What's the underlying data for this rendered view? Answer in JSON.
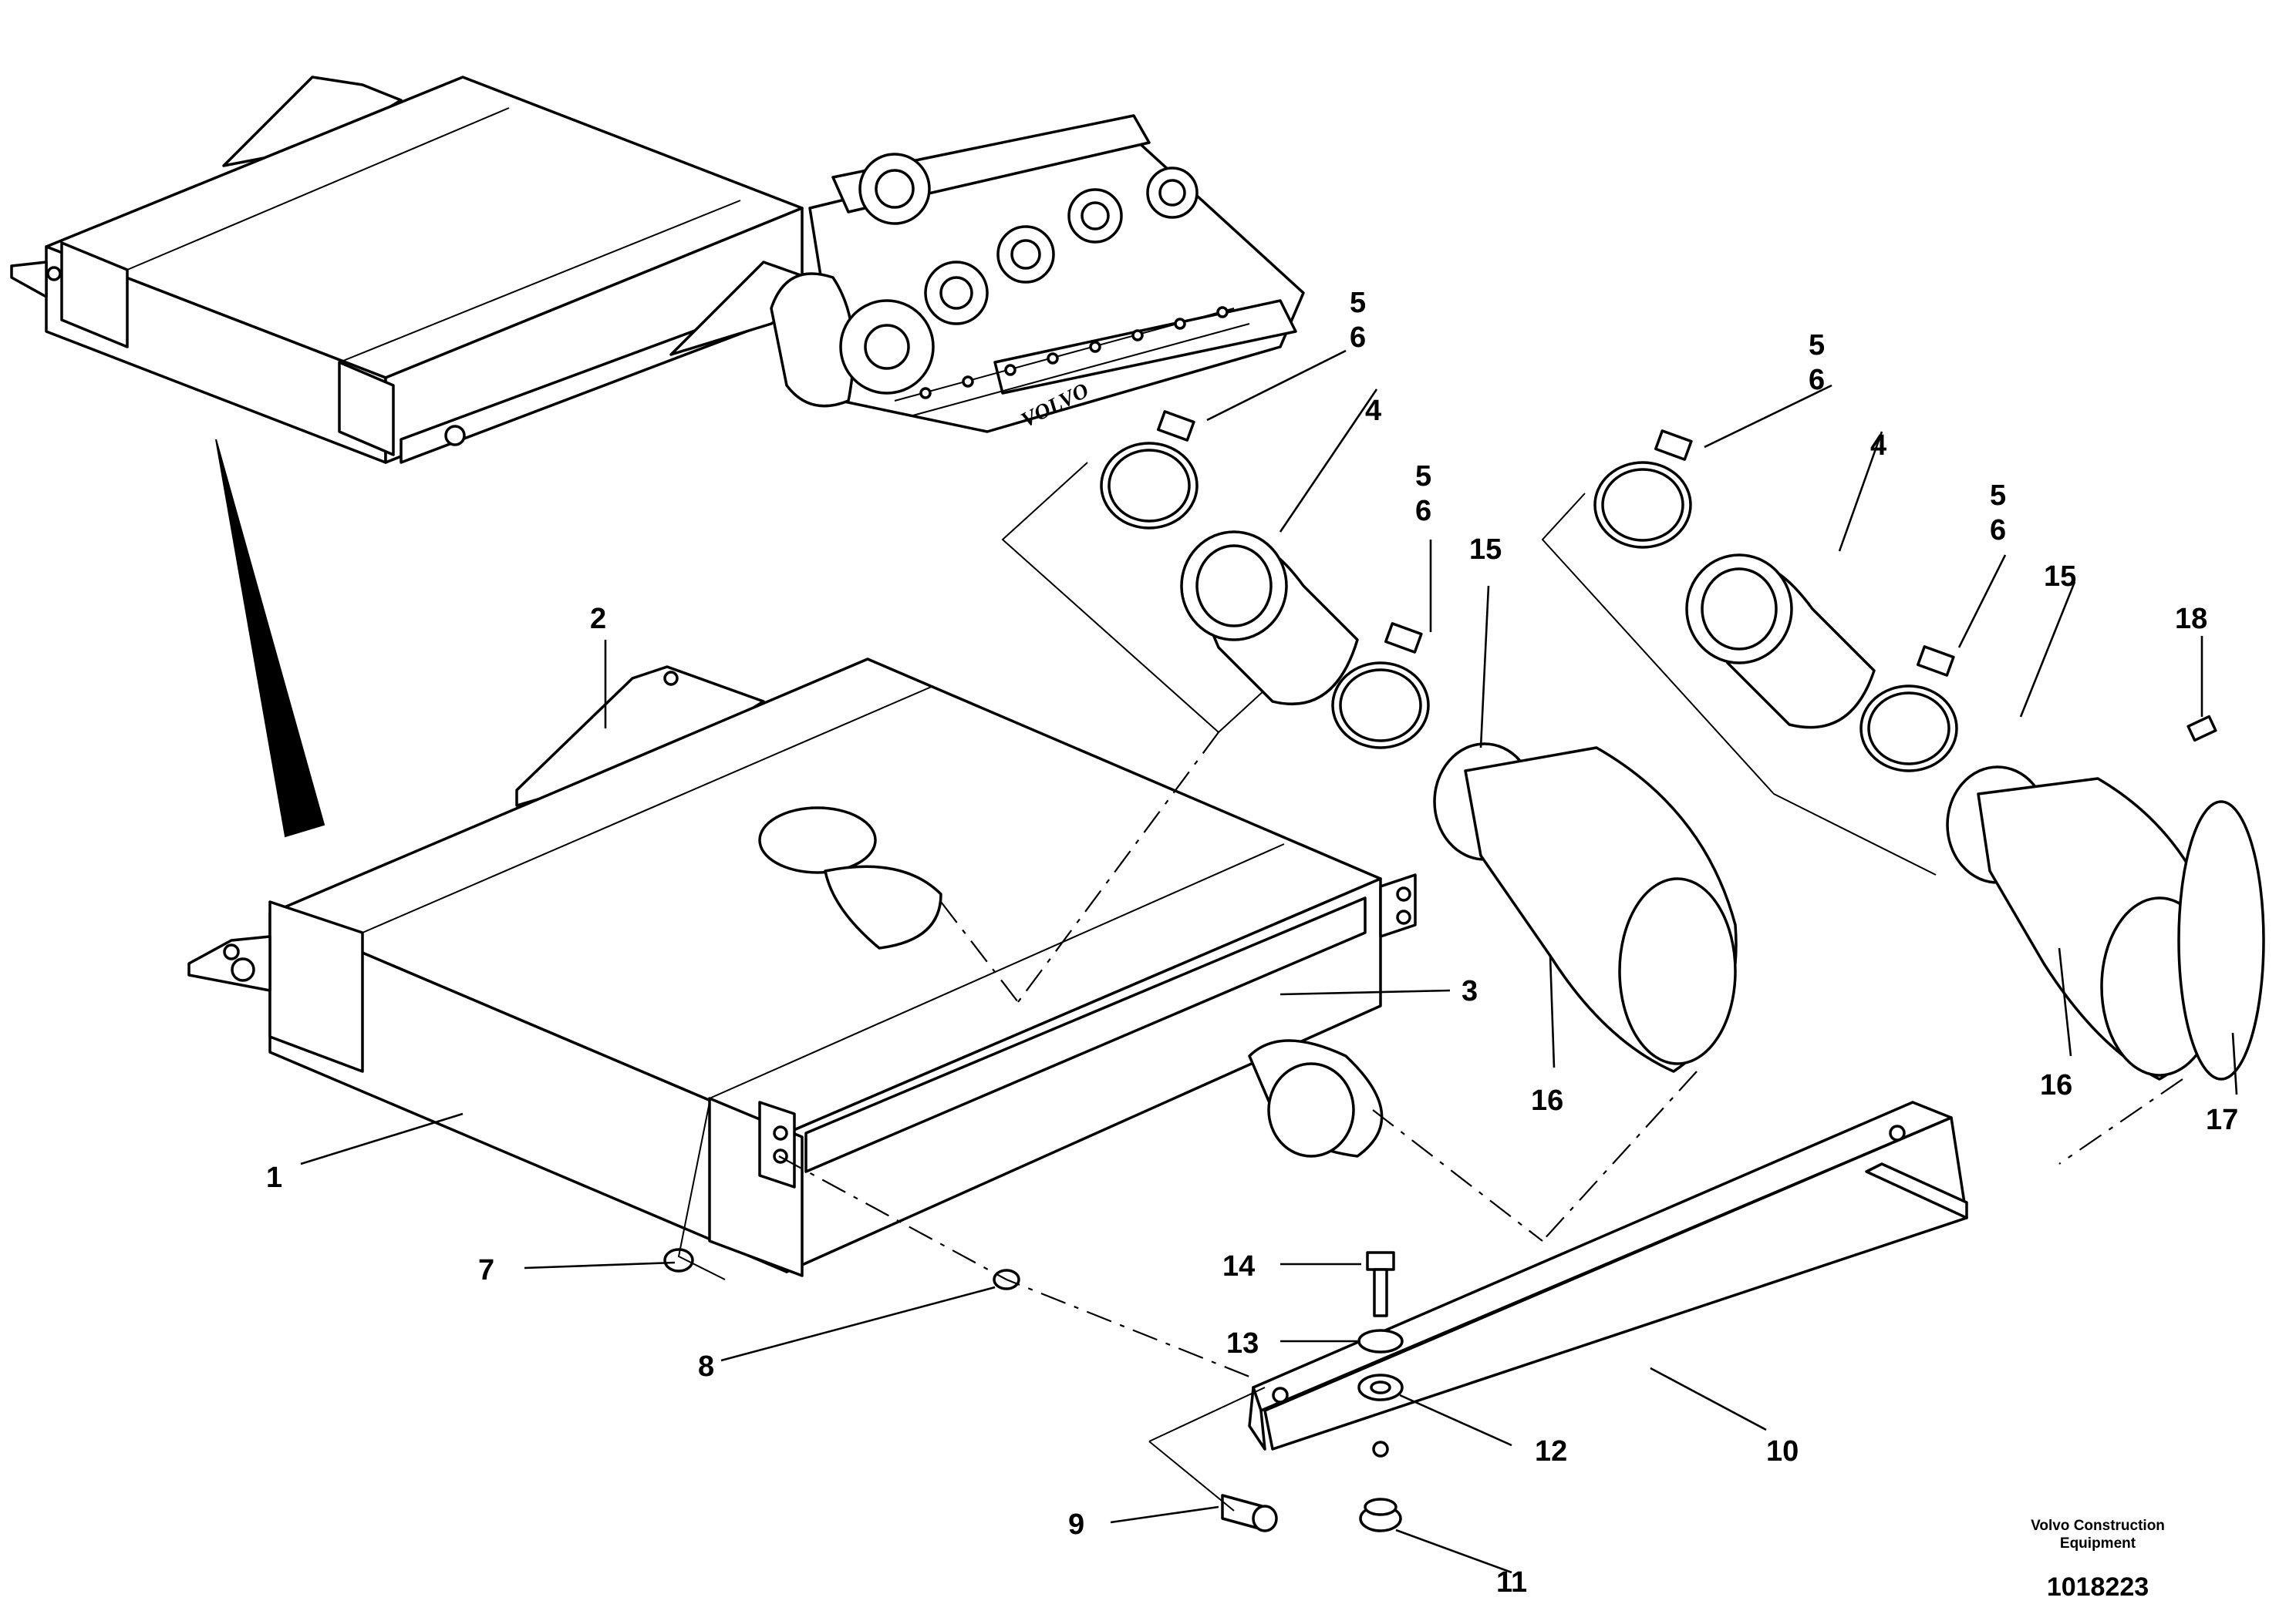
{
  "callouts": [
    {
      "id": "1",
      "text": "1"
    },
    {
      "id": "2",
      "text": "2"
    },
    {
      "id": "3",
      "text": "3"
    },
    {
      "id": "4a",
      "text": "4"
    },
    {
      "id": "4b",
      "text": "4"
    },
    {
      "id": "5a",
      "text": "5"
    },
    {
      "id": "6a",
      "text": "6"
    },
    {
      "id": "5b",
      "text": "5"
    },
    {
      "id": "6b",
      "text": "6"
    },
    {
      "id": "5c",
      "text": "5"
    },
    {
      "id": "6c",
      "text": "6"
    },
    {
      "id": "5d",
      "text": "5"
    },
    {
      "id": "6d",
      "text": "6"
    },
    {
      "id": "7",
      "text": "7"
    },
    {
      "id": "8",
      "text": "8"
    },
    {
      "id": "9",
      "text": "9"
    },
    {
      "id": "10",
      "text": "10"
    },
    {
      "id": "11",
      "text": "11"
    },
    {
      "id": "12",
      "text": "12"
    },
    {
      "id": "13",
      "text": "13"
    },
    {
      "id": "14",
      "text": "14"
    },
    {
      "id": "15a",
      "text": "15"
    },
    {
      "id": "15b",
      "text": "15"
    },
    {
      "id": "16a",
      "text": "16"
    },
    {
      "id": "16b",
      "text": "16"
    },
    {
      "id": "17",
      "text": "17"
    },
    {
      "id": "18",
      "text": "18"
    }
  ],
  "engine_marking": "VOLVO",
  "footer": {
    "company_line1": "Volvo Construction",
    "company_line2": "Equipment",
    "doc_number": "1018223"
  }
}
